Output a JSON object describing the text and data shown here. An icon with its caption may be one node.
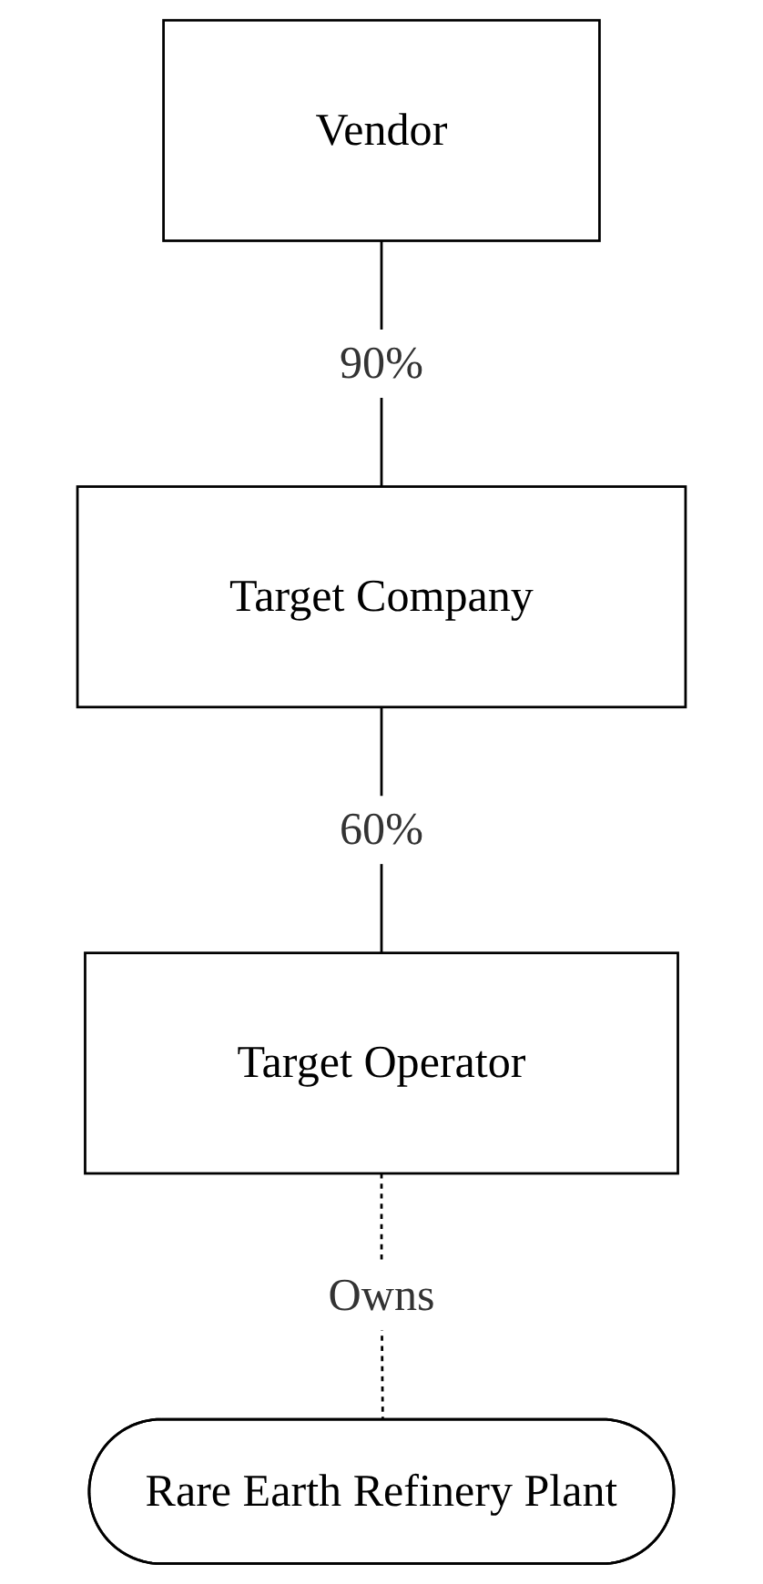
{
  "diagram": {
    "nodes": [
      {
        "text": [
          "Vendor"
        ]
      },
      {
        "text": [
          "Target Company"
        ]
      },
      {
        "text": [
          "Target Operator"
        ]
      },
      {
        "text": [
          "Rare Earth Refinery Plant"
        ]
      }
    ],
    "edges": [
      {
        "from": 0,
        "to": 1,
        "arrow": "none",
        "label": "90%"
      },
      {
        "from": 1,
        "to": 2,
        "arrow": "none",
        "label": "60%"
      },
      {
        "from": 2,
        "to": 3,
        "arrow": "none",
        "label": "Owns",
        "style": "dashed"
      }
    ]
  }
}
